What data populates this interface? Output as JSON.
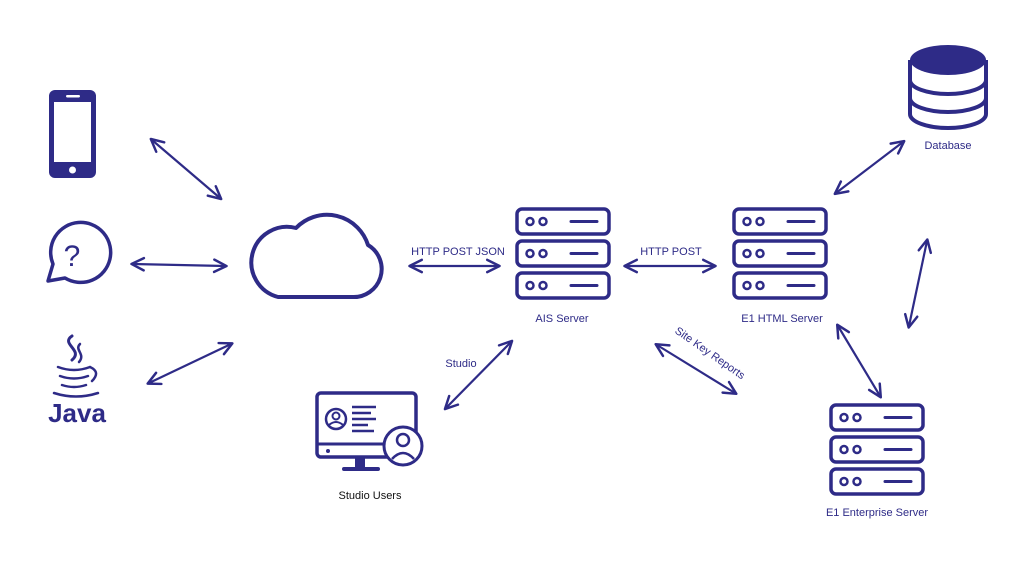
{
  "colors": {
    "primary": "#2e2b87",
    "background": "#ffffff"
  },
  "nodes": {
    "mobile": {
      "icon": "smartphone-icon"
    },
    "chat": {
      "icon": "question-chat-icon"
    },
    "java": {
      "icon": "java-logo-icon",
      "text": "Java"
    },
    "cloud": {
      "icon": "cloud-icon"
    },
    "ais_server": {
      "icon": "server-icon",
      "label": "AIS Server"
    },
    "e1_html_server": {
      "icon": "server-icon",
      "label": "E1 HTML Server"
    },
    "database": {
      "icon": "database-icon",
      "label": "Database"
    },
    "e1_enterprise_server": {
      "icon": "server-icon",
      "label": "E1 Enterprise Server"
    },
    "studio_users": {
      "icon": "monitor-user-icon",
      "label": "Studio Users"
    }
  },
  "edges": {
    "cloud_ais": "HTTP POST JSON",
    "ais_html": "HTTP POST",
    "ais_studio": "Studio",
    "ais_enterprise": "Site Key Reports"
  }
}
